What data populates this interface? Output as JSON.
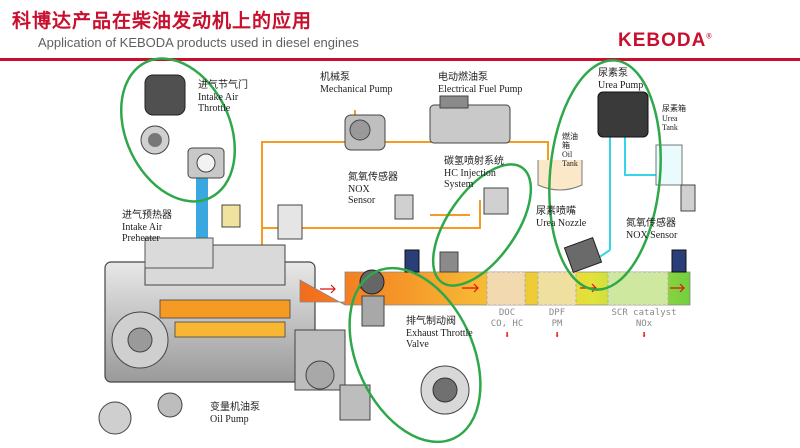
{
  "header": {
    "title_cn": "科博达产品在柴油发动机上的应用",
    "title_en": "Application of KEBODA products used in diesel engines",
    "logo": "KEBODA",
    "logo_mark": "®"
  },
  "components": {
    "throttle": {
      "cn": "进气节气门",
      "en1": "Intake Air",
      "en2": "Throttle"
    },
    "mech_pump": {
      "cn": "机械泵",
      "en": "Mechanical Pump"
    },
    "elec_pump": {
      "cn": "电动燃油泵",
      "en": "Electrical Fuel Pump"
    },
    "urea_pump": {
      "cn": "尿素泵",
      "en": "Urea Pump"
    },
    "urea_tank": {
      "cn": "尿素箱",
      "en1": "Urea",
      "en2": "Tank"
    },
    "fuel_tank": {
      "cn1": "燃油",
      "cn2": "箱",
      "en1": "Oil",
      "en2": "Tank"
    },
    "nox1": {
      "cn": "氮氧传感器",
      "en1": "NOX",
      "en2": "Sensor"
    },
    "hc": {
      "cn": "碳氢喷射系统",
      "en1": "HC Injection",
      "en2": "System"
    },
    "nozzle": {
      "cn": "尿素喷嘴",
      "en": "Urea Nozzle"
    },
    "nox2": {
      "cn": "氮氧传感器",
      "en": "NOX Sensor"
    },
    "preheater": {
      "cn": "进气预热器",
      "en1": "Intake Air",
      "en2": "Preheater"
    },
    "exhaust": {
      "cn": "排气制动阀",
      "en1": "Exhaust Throttle",
      "en2": "Valve"
    },
    "oil_pump": {
      "cn": "变量机油泵",
      "en": "Oil Pump"
    }
  },
  "aftertreatment": {
    "doc": {
      "l1": "DOC",
      "l2": "CO, HC",
      "arrow": "⬇"
    },
    "dpf": {
      "l1": "DPF",
      "l2": "PM",
      "arrow": "⬇"
    },
    "scr": {
      "l1": "SCR catalyst",
      "l2": "NOx",
      "arrow": "⬇"
    }
  },
  "colors": {
    "brand_red": "#c8102e",
    "highlight_green": "#2ea84a",
    "fuel_line": "#f59a23",
    "intake_blue": "#3aa8e0",
    "urea_line": "#37d3e6"
  }
}
